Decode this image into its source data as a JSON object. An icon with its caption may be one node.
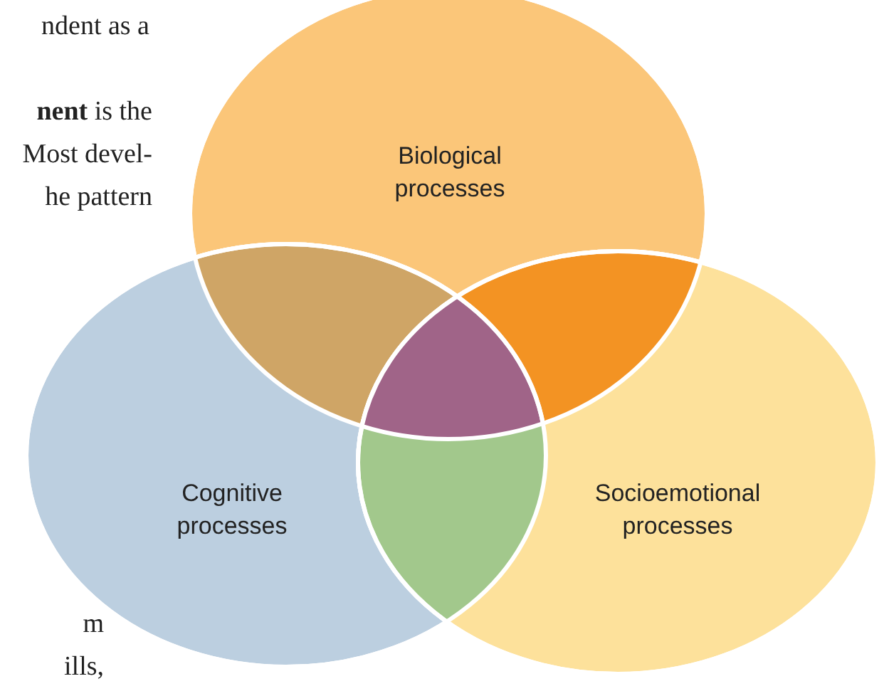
{
  "diagram": {
    "nodes": [
      {
        "text": [
          "Biological processes"
        ]
      },
      {
        "text": [
          "Cognitive processes"
        ]
      },
      {
        "text": [
          "Socioemotional processes"
        ]
      }
    ],
    "labels": [
      "ndent as a",
      "**nent** is the",
      "Most devel-",
      "he pattern",
      "m",
      "ills,"
    ]
  }
}
